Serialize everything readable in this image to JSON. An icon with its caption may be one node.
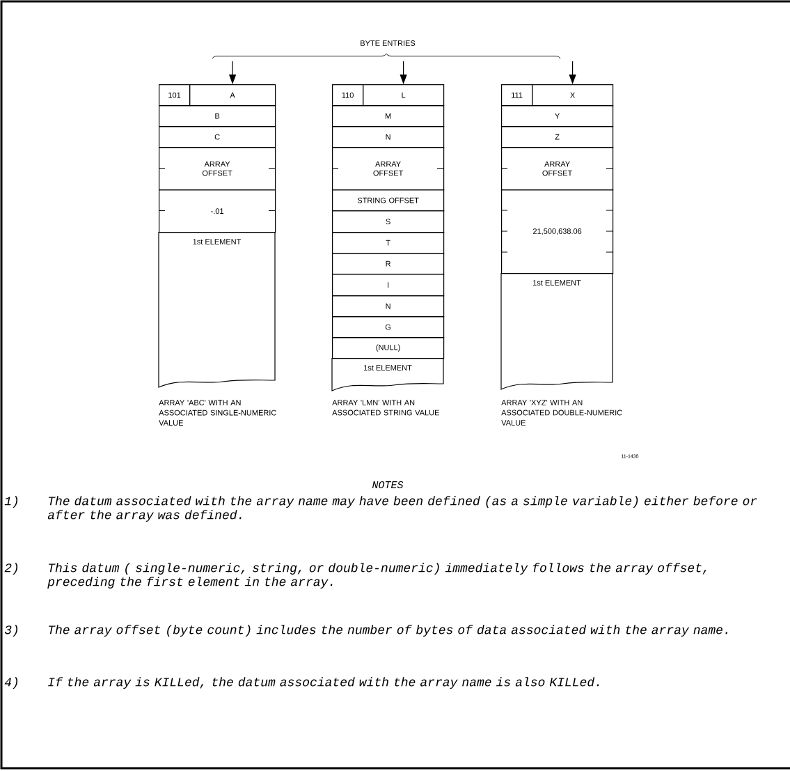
{
  "diagram": {
    "nodes": [
      {
        "text": [
          "101"
        ]
      },
      {
        "text": [
          "A"
        ]
      },
      {
        "text": [
          "B"
        ]
      },
      {
        "text": [
          "C"
        ]
      },
      {
        "text": [
          "ARRAY OFFSET"
        ]
      },
      {
        "text": [
          "-.01"
        ]
      },
      {
        "text": [
          "1st ELEMENT"
        ]
      },
      {
        "text": [
          "110"
        ]
      },
      {
        "text": [
          "L"
        ]
      },
      {
        "text": [
          "M"
        ]
      },
      {
        "text": [
          "N"
        ]
      },
      {
        "text": [
          "ARRAY OFFSET"
        ]
      },
      {
        "text": [
          "STRING OFFSET"
        ]
      },
      {
        "text": [
          "S"
        ]
      },
      {
        "text": [
          "T"
        ]
      },
      {
        "text": [
          "R"
        ]
      },
      {
        "text": [
          "I"
        ]
      },
      {
        "text": [
          "N"
        ]
      },
      {
        "text": [
          "G"
        ]
      },
      {
        "text": [
          "(NULL)"
        ]
      },
      {
        "text": [
          "1st ELEMENT"
        ]
      },
      {
        "text": [
          "111"
        ]
      },
      {
        "text": [
          "X"
        ]
      },
      {
        "text": [
          "Y"
        ]
      },
      {
        "text": [
          "Z"
        ]
      },
      {
        "text": [
          "ARRAY OFFSET"
        ]
      },
      {
        "text": [
          "21,500,638.06"
        ]
      },
      {
        "text": [
          "1st ELEMENT"
        ]
      }
    ],
    "edges": [
      {
        "from": null,
        "to": 1,
        "arrow": "to"
      },
      {
        "from": null,
        "to": 8,
        "arrow": "to"
      },
      {
        "from": null,
        "to": 22,
        "arrow": "to"
      }
    ],
    "labels": [
      "BYTE ENTRIES",
      "ARRAY 'ABC' WITH AN ASSOCIATED SINGLE-NUMERIC VALUE",
      "ARRAY 'LMN' WITH AN ASSOCIATED STRING VALUE",
      "ARRAY 'XYZ' WITH AN ASSOCIATED DOUBLE-NUMERIC VALUE",
      "11-1438",
      "NOTES",
      "1)",
      "The datum associated with the array name may have been defined (as a simple variable) either before or after the array was defined.",
      "2)",
      "This datum ( single-numeric, string, or double-numeric) immediately follows the array offset, preceding the first element in the array.",
      "3)",
      "The array offset (byte count) includes the number of bytes of data associated with the array name.",
      "4)",
      "If the array is KILLed, the datum associated with the array name is also KILLed."
    ]
  }
}
